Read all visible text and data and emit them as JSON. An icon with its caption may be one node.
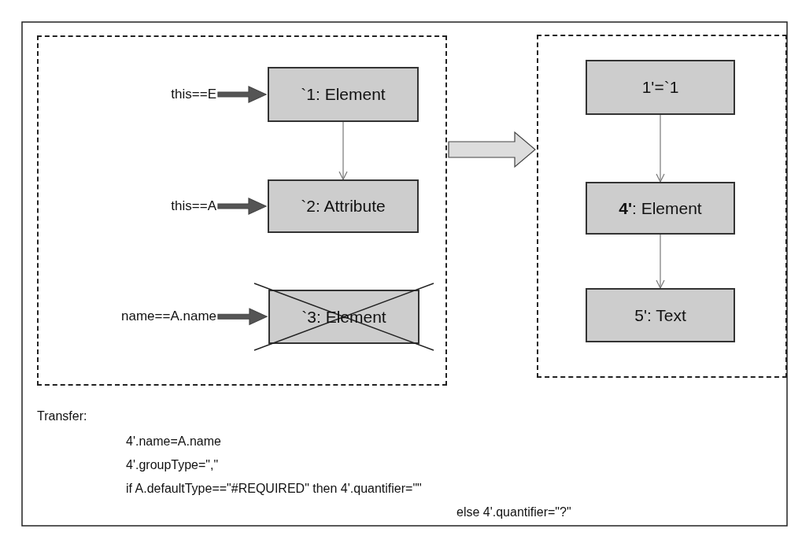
{
  "diagram": {
    "nodes": [
      {
        "text": [],
        "shape": "box"
      },
      {
        "text": [
          "this==E"
        ],
        "in": 0
      },
      {
        "text": [
          "`1: Element"
        ],
        "in": 0
      },
      {
        "text": [
          "this==A"
        ],
        "in": 0
      },
      {
        "text": [
          "`2: Attribute"
        ],
        "in": 0
      },
      {
        "text": [
          "name==A.name"
        ],
        "in": 0
      },
      {
        "text": [
          "`3: Element"
        ],
        "in": 0
      },
      {
        "text": [],
        "shape": "box"
      },
      {
        "text": [
          "1'=`1"
        ],
        "in": 7
      },
      {
        "text": [
          "**4'**: Element"
        ],
        "in": 7
      },
      {
        "text": [
          "5': Text"
        ],
        "in": 7
      }
    ],
    "edges": [
      {
        "from": 1,
        "to": 2,
        "arrow": "to",
        "style": "thick",
        "color": "#555555"
      },
      {
        "from": 2,
        "to": 4,
        "arrow": "to"
      },
      {
        "from": 3,
        "to": 4,
        "arrow": "to",
        "style": "thick",
        "color": "#555555"
      },
      {
        "from": 5,
        "to": 6,
        "arrow": "to",
        "style": "thick",
        "color": "#555555"
      },
      {
        "from": 8,
        "to": 9,
        "arrow": "to"
      },
      {
        "from": 9,
        "to": 10,
        "arrow": "to"
      },
      {
        "from": 0,
        "to": 7,
        "arrow": "to",
        "style": "thick",
        "color": "#dddddd"
      }
    ],
    "labels": [
      "Transfer:",
      "4'.name=A.name",
      "4'.groupType=\",\"",
      "if A.defaultType==\"#REQUIRED\" then 4'.quantifier=\"\"",
      "else 4'.quantifier=\"?\""
    ]
  }
}
